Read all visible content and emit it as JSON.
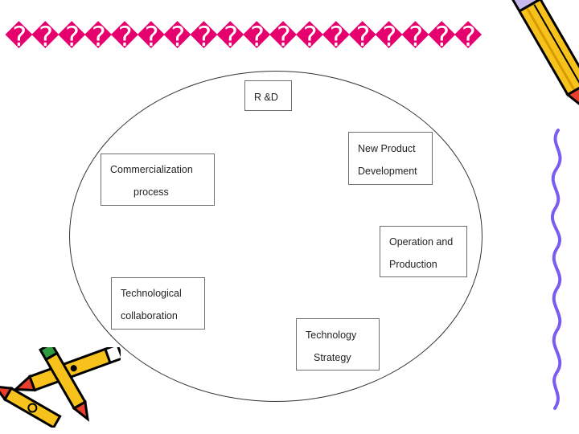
{
  "slide": {
    "title": "������������������",
    "colors": {
      "title": "#e5006e",
      "squiggle": "#7a5cf0",
      "pencil_body": "#f7c21b",
      "pencil_tip": "#e8402a"
    }
  },
  "diagram": {
    "nodes": [
      {
        "id": "rnd",
        "lines": [
          "R &D"
        ]
      },
      {
        "id": "new-product-development",
        "lines": [
          "New Product",
          "Development"
        ]
      },
      {
        "id": "operation-and-production",
        "lines": [
          "Operation and",
          "Production"
        ]
      },
      {
        "id": "technology-strategy",
        "lines": [
          "Technology",
          "Strategy"
        ]
      },
      {
        "id": "technological-collaboration",
        "lines": [
          "Technological",
          "collaboration"
        ]
      },
      {
        "id": "commercialization-process",
        "lines": [
          "Commercialization",
          "process"
        ]
      }
    ]
  }
}
